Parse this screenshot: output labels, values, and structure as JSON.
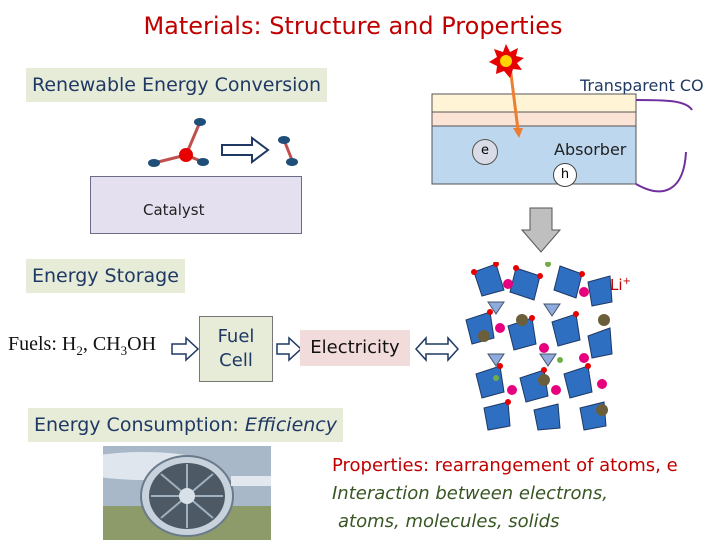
{
  "title": "Materials: Structure and Properties",
  "renewable": {
    "label": "Renewable Energy Conversion",
    "catalyst": "Catalyst"
  },
  "solar": {
    "transparent": "Transparent CO",
    "absorber": "Absorber",
    "electron": "e",
    "hole": "h"
  },
  "storage": {
    "label": "Energy Storage",
    "li": "Li",
    "li_charge": "+"
  },
  "fuels": {
    "prefix": "Fuels: H",
    "sub1": "2",
    "mid": ", CH",
    "sub2": "3",
    "suffix": "OH"
  },
  "fuel_cell": {
    "line1": "Fuel",
    "line2": "Cell"
  },
  "electricity": "Electricity",
  "consumption": {
    "label": "Energy Consumption: ",
    "emphasis": "Efficiency"
  },
  "properties": {
    "lead": "Properties:",
    "text": " rearrangement of atoms, e",
    "line2": "Interaction between electrons,",
    "line3": "atoms, molecules, solids"
  },
  "colors": {
    "title": "#c00000",
    "header_bg": "#e6ecd7",
    "header_text": "#1f3864",
    "arrow_gray": "#bfbfbf",
    "crystal_blue": "#2e6fc2",
    "magenta": "#e6007e"
  },
  "icons": [
    "sun-icon",
    "molecule-icon",
    "right-arrow-icon",
    "down-arrow-icon",
    "left-right-arrow-icon",
    "crystal-structure-image",
    "jet-engine-image"
  ]
}
